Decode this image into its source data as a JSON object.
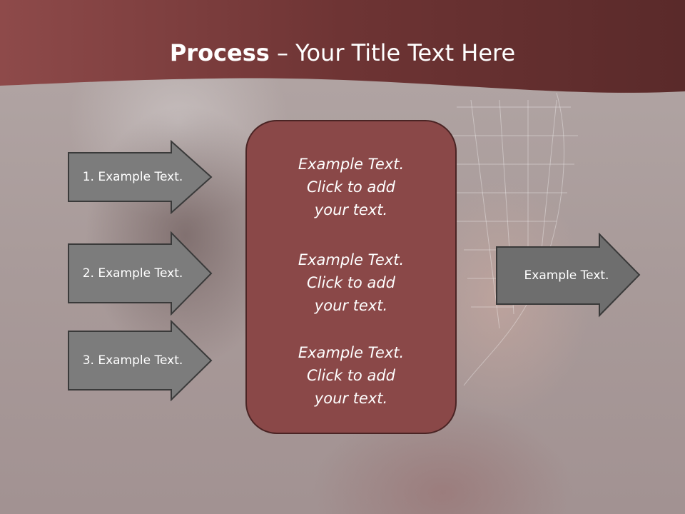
{
  "title": {
    "bold": "Process",
    "rest": " – Your Title Text Here"
  },
  "left_arrows": [
    {
      "label": "1. Example Text."
    },
    {
      "label": "2. Example Text."
    },
    {
      "label": "3. Example Text."
    }
  ],
  "center": {
    "blocks": [
      {
        "lines": [
          "Example Text.",
          "Click  to add",
          "your text."
        ]
      },
      {
        "lines": [
          "Example Text.",
          "Click  to add",
          "your text."
        ]
      },
      {
        "lines": [
          "Example Text.",
          "Click  to add",
          "your text."
        ]
      }
    ]
  },
  "right_arrow": {
    "label": "Example Text."
  },
  "colors": {
    "banner": "#7a3c3c",
    "center_box": "#8a4848",
    "arrow_fill": "#7c7c7c",
    "arrow_stroke": "#3a3a3a",
    "text": "#ffffff"
  }
}
